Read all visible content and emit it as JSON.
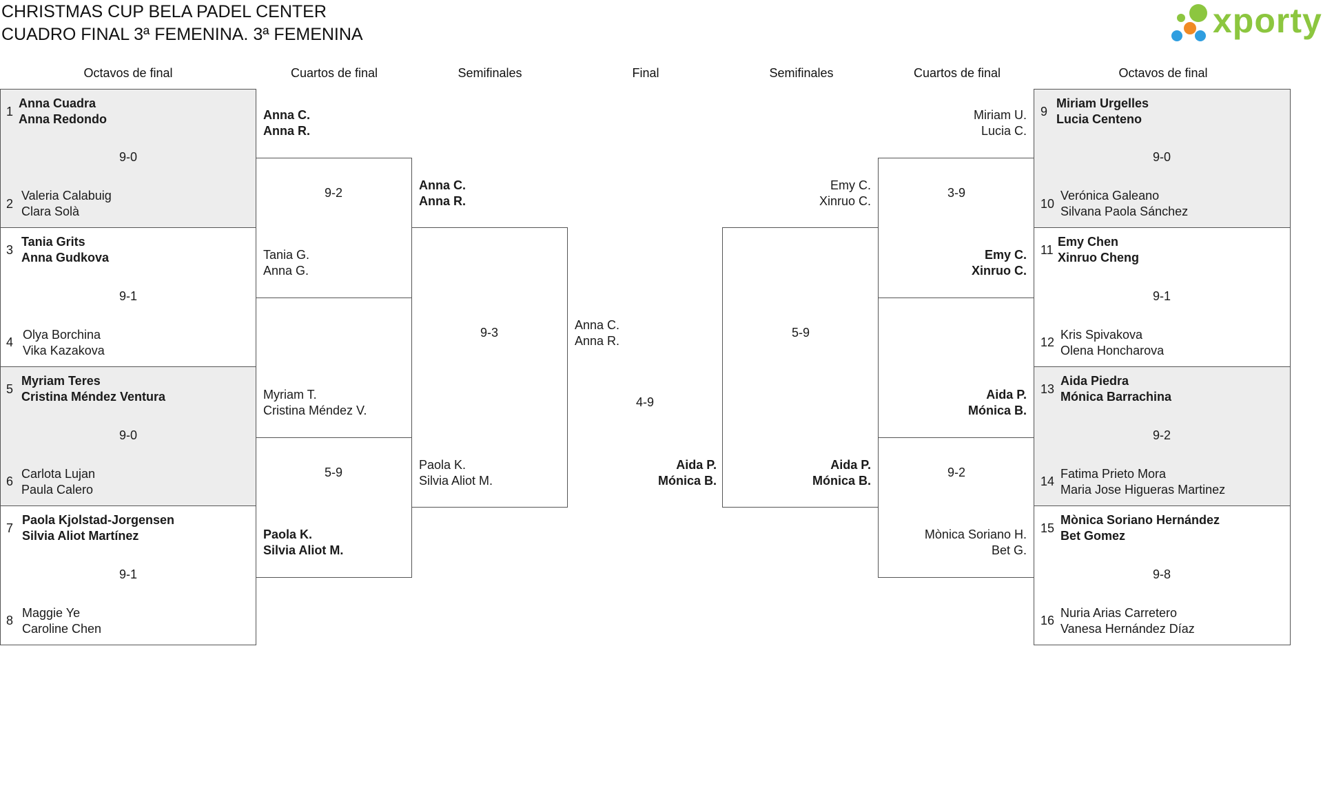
{
  "title": {
    "line1": "CHRISTMAS CUP BELA PADEL CENTER",
    "line2": "CUADRO FINAL 3ª FEMENINA. 3ª FEMENINA"
  },
  "logo": {
    "text": "xporty",
    "brand_color": "#8cc63f",
    "dot_colors": [
      "#8cc63f",
      "#f08a24",
      "#2f9ee0"
    ]
  },
  "headers": {
    "left": [
      "Octavos de final",
      "Cuartos de final",
      "Semifinales"
    ],
    "final": "Final",
    "right": [
      "Semifinales",
      "Cuartos de final",
      "Octavos de final"
    ]
  },
  "octavos_left": [
    {
      "seed_a": "1",
      "a1": "Anna Cuadra",
      "a2": "Anna Redondo",
      "score": "9-0",
      "seed_b": "2",
      "b1": "Valeria Calabuig",
      "b2": "Clara Solà"
    },
    {
      "seed_a": "3",
      "a1": "Tania Grits",
      "a2": "Anna Gudkova",
      "score": "9-1",
      "seed_b": "4",
      "b1": "Olya Borchina",
      "b2": "Vika Kazakova"
    },
    {
      "seed_a": "5",
      "a1": "Myriam Teres",
      "a2": "Cristina Méndez Ventura",
      "score": "9-0",
      "seed_b": "6",
      "b1": "Carlota Lujan",
      "b2": "Paula Calero"
    },
    {
      "seed_a": "7",
      "a1": "Paola Kjolstad-Jorgensen",
      "a2": "Silvia Aliot Martínez",
      "score": "9-1",
      "seed_b": "8",
      "b1": "Maggie Ye",
      "b2": "Caroline Chen"
    }
  ],
  "octavos_right": [
    {
      "seed_a": "9",
      "a1": "Miriam Urgelles",
      "a2": "Lucia Centeno",
      "score": "9-0",
      "seed_b": "10",
      "b1": "Verónica Galeano",
      "b2": "Silvana Paola Sánchez"
    },
    {
      "seed_a": "11",
      "a1": "Emy Chen",
      "a2": "Xinruo Cheng",
      "score": "9-1",
      "seed_b": "12",
      "b1": "Kris Spivakova",
      "b2": "Olena Honcharova"
    },
    {
      "seed_a": "13",
      "a1": "Aida Piedra",
      "a2": "Mónica Barrachina",
      "score": "9-2",
      "seed_b": "14",
      "b1": "Fatima Prieto Mora",
      "b2": "Maria Jose Higueras Martinez"
    },
    {
      "seed_a": "15",
      "a1": "Mònica Soriano Hernández",
      "a2": "Bet Gomez",
      "score": "9-8",
      "seed_b": "16",
      "b1": "Nuria Arias Carretero",
      "b2": "Vanesa Hernández Díaz"
    }
  ],
  "cuartos_left": [
    {
      "a1": "Anna C.",
      "a2": "Anna R.",
      "score": "9-2",
      "b1": "Tania G.",
      "b2": "Anna G."
    },
    {
      "a1": "Myriam T.",
      "a2": "Cristina Méndez V.",
      "score": "5-9",
      "b1": "Paola K.",
      "b2": "Silvia Aliot M."
    }
  ],
  "cuartos_right": [
    {
      "a1": "Miriam U.",
      "a2": "Lucia C.",
      "score": "3-9",
      "b1": "Emy C.",
      "b2": "Xinruo C."
    },
    {
      "a1": "Aida P.",
      "a2": "Mónica B.",
      "score": "9-2",
      "b1": "Mònica Soriano H.",
      "b2": "Bet G."
    }
  ],
  "semis_left": {
    "a1": "Anna C.",
    "a2": "Anna R.",
    "score": "9-3",
    "b1": "Paola K.",
    "b2": "Silvia Aliot M."
  },
  "semis_right": {
    "a1": "Emy C.",
    "a2": "Xinruo C.",
    "score": "5-9",
    "b1": "Aida P.",
    "b2": "Mónica B."
  },
  "final": {
    "a1": "Anna C.",
    "a2": "Anna R.",
    "score": "4-9",
    "b1": "Aida P.",
    "b2": "Mónica B."
  }
}
